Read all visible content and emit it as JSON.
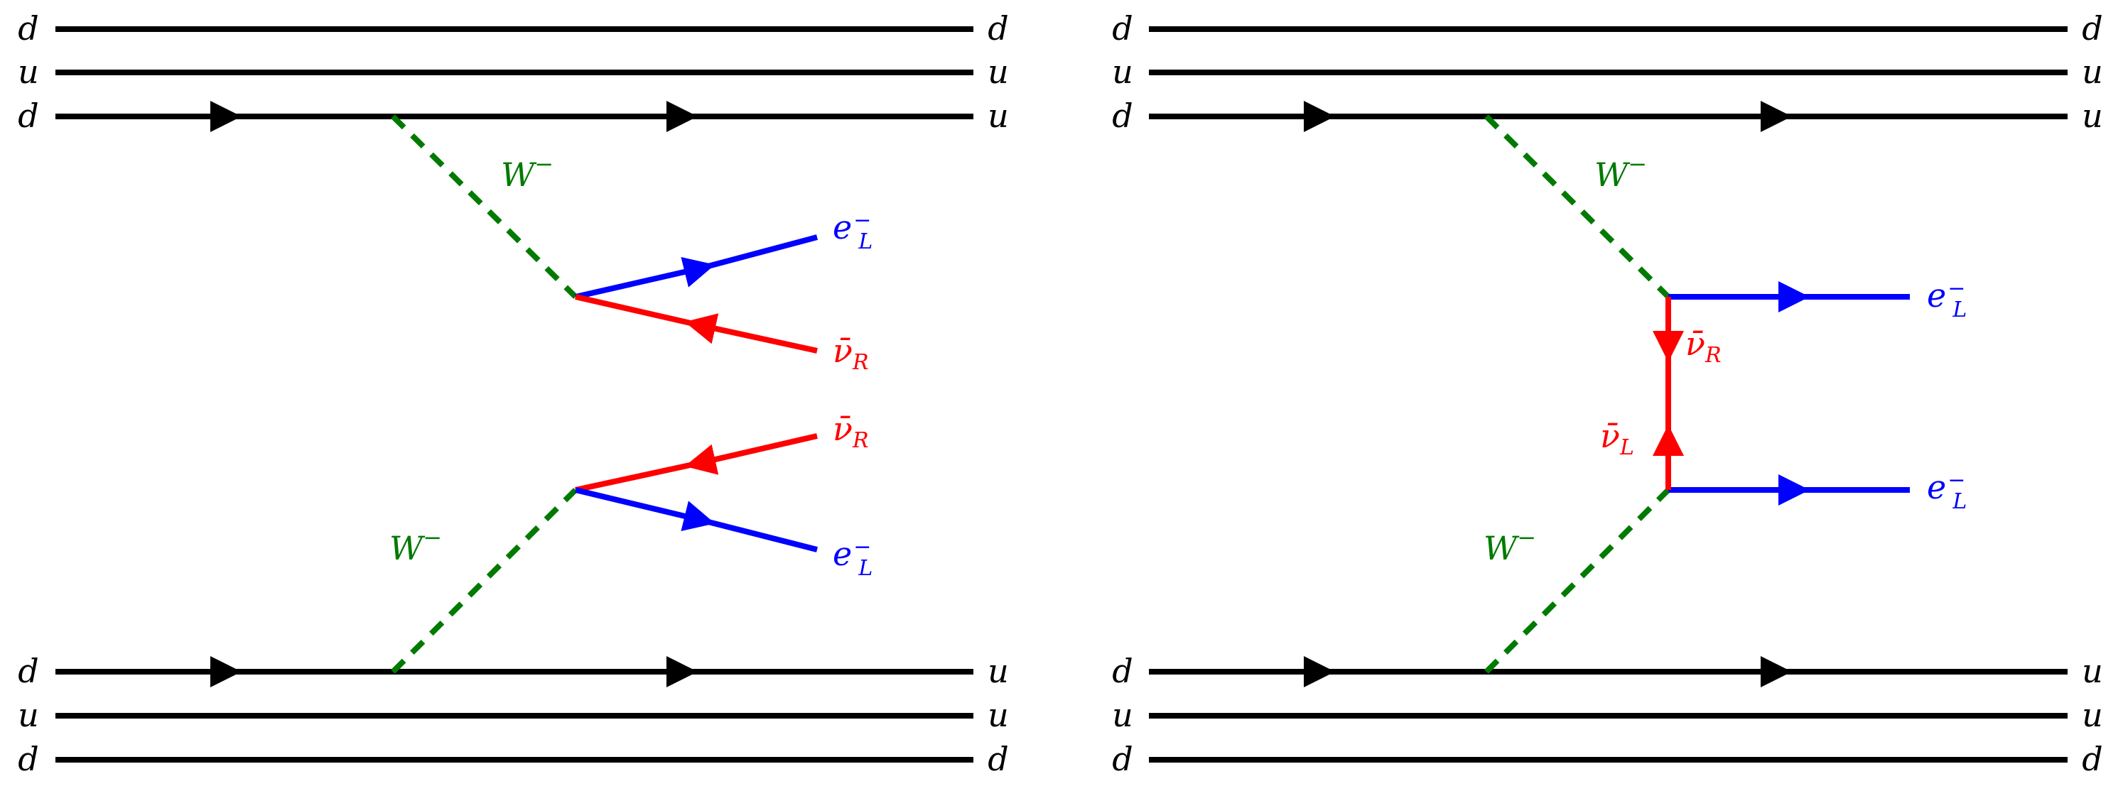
{
  "colors": {
    "quark": "#000000",
    "boson": "#007a00",
    "electron": "#0000ff",
    "neutrino": "#ff0000"
  },
  "diagrams": [
    {
      "id": "left",
      "quarks_left": [
        "d",
        "u",
        "d",
        "d",
        "u",
        "d"
      ],
      "quarks_right": [
        "d",
        "u",
        "u",
        "u",
        "u",
        "d"
      ],
      "boson_top": "W",
      "boson_bottom": "W",
      "boson_charge": "−",
      "upper_electron": {
        "base": "e",
        "sup": "−",
        "sub": "L"
      },
      "upper_neutrino": {
        "base": "ν̄",
        "sub": "R"
      },
      "lower_neutrino": {
        "base": "ν̄",
        "sub": "R"
      },
      "lower_electron": {
        "base": "e",
        "sup": "−",
        "sub": "L"
      }
    },
    {
      "id": "right",
      "quarks_left": [
        "d",
        "u",
        "d",
        "d",
        "u",
        "d"
      ],
      "quarks_right": [
        "d",
        "u",
        "u",
        "u",
        "u",
        "d"
      ],
      "boson_top": "W",
      "boson_bottom": "W",
      "boson_charge": "−",
      "upper_electron": {
        "base": "e",
        "sup": "−",
        "sub": "L"
      },
      "lower_electron": {
        "base": "e",
        "sup": "−",
        "sub": "L"
      },
      "propagator_upper": {
        "base": "ν̄",
        "sub": "R"
      },
      "propagator_lower": {
        "base": "ν̄",
        "sub": "L"
      }
    }
  ]
}
